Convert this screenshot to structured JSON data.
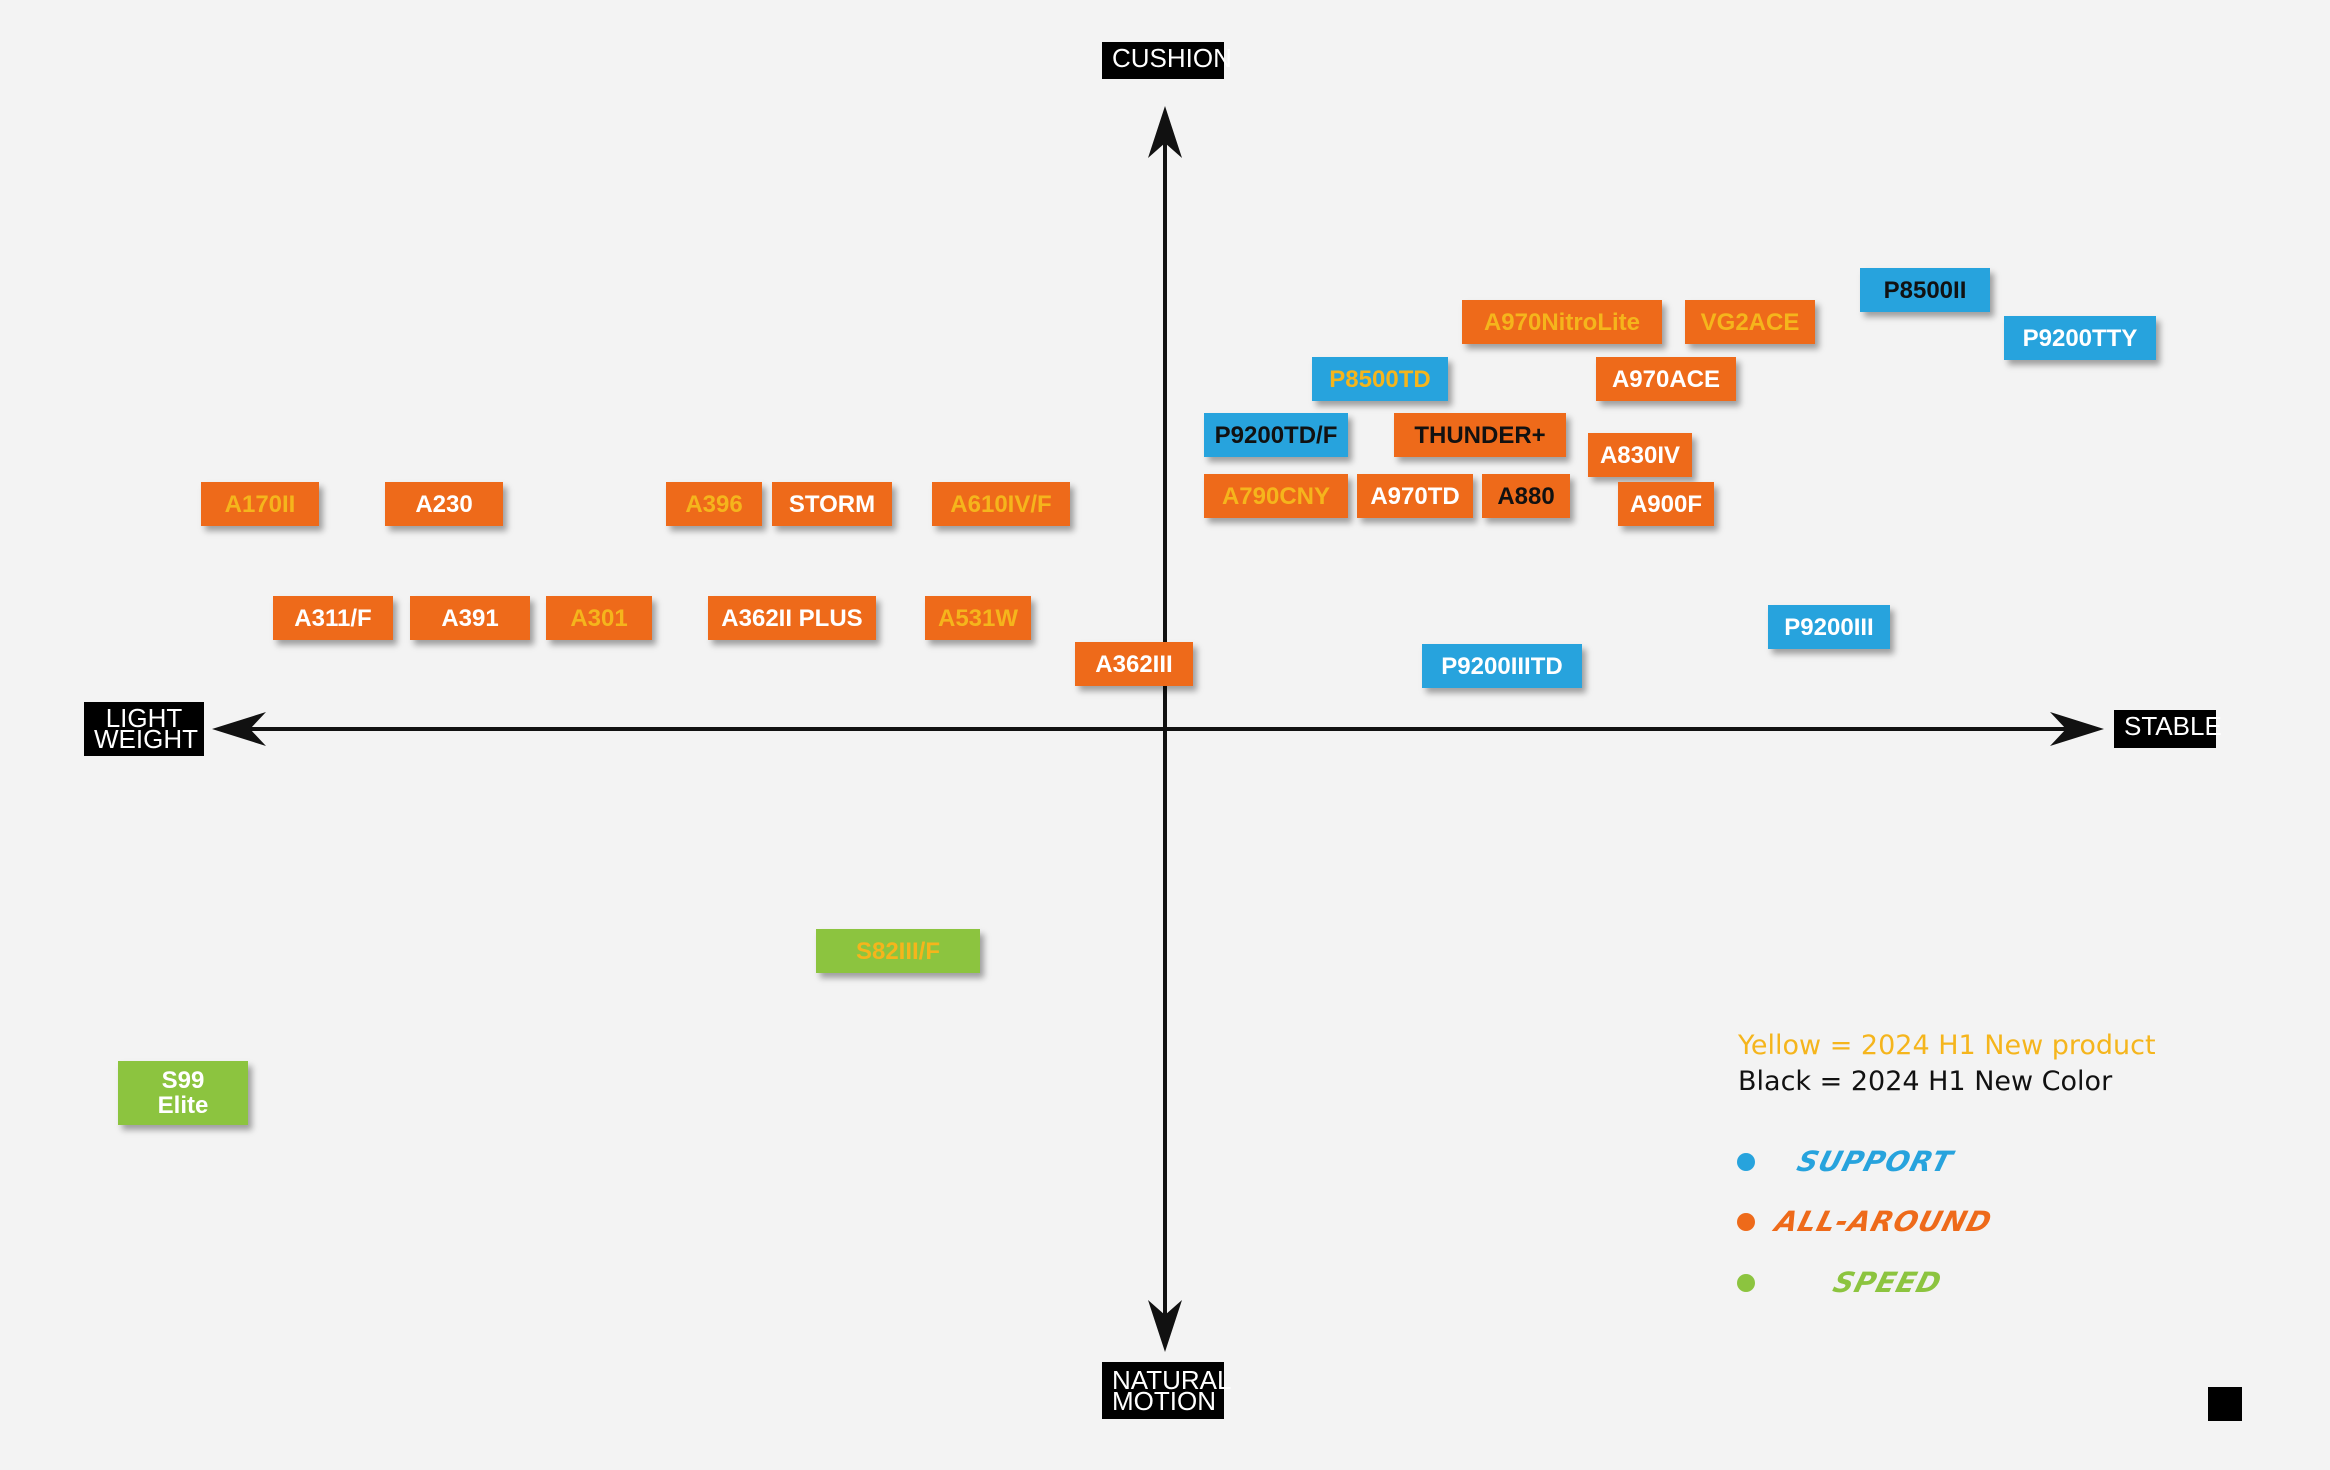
{
  "axes": {
    "top": "CUSHION",
    "bottom": "NATURAL\nMOTION",
    "left": "LIGHT\nWEIGHT",
    "right": "STABLE"
  },
  "colors": {
    "support": "#27a3dd",
    "all_around": "#ee6a1a",
    "speed": "#8cc43f",
    "new_product_text": "#f5b51c",
    "new_color_text": "#111111",
    "default_text": "#ffffff"
  },
  "products": [
    {
      "label": "A170II",
      "category": "all_around",
      "text": "new_product"
    },
    {
      "label": "A230",
      "category": "all_around",
      "text": "default"
    },
    {
      "label": "A396",
      "category": "all_around",
      "text": "new_product"
    },
    {
      "label": "STORM",
      "category": "all_around",
      "text": "default"
    },
    {
      "label": "A610IV/F",
      "category": "all_around",
      "text": "new_product"
    },
    {
      "label": "A311/F",
      "category": "all_around",
      "text": "default"
    },
    {
      "label": "A391",
      "category": "all_around",
      "text": "default"
    },
    {
      "label": "A301",
      "category": "all_around",
      "text": "new_product"
    },
    {
      "label": "A362II PLUS",
      "category": "all_around",
      "text": "default"
    },
    {
      "label": "A531W",
      "category": "all_around",
      "text": "new_product"
    },
    {
      "label": "A362III",
      "category": "all_around",
      "text": "default"
    },
    {
      "label": "A970NitroLite",
      "category": "all_around",
      "text": "new_product"
    },
    {
      "label": "VG2ACE",
      "category": "all_around",
      "text": "new_product"
    },
    {
      "label": "P8500II",
      "category": "support",
      "text": "new_color"
    },
    {
      "label": "P9200TTY",
      "category": "support",
      "text": "default"
    },
    {
      "label": "P8500TD",
      "category": "support",
      "text": "new_product"
    },
    {
      "label": "A970ACE",
      "category": "all_around",
      "text": "default"
    },
    {
      "label": "P9200TD/F",
      "category": "support",
      "text": "new_color"
    },
    {
      "label": "THUNDER+",
      "category": "all_around",
      "text": "new_color"
    },
    {
      "label": "A830IV",
      "category": "all_around",
      "text": "default"
    },
    {
      "label": "A790CNY",
      "category": "all_around",
      "text": "new_product"
    },
    {
      "label": "A970TD",
      "category": "all_around",
      "text": "default"
    },
    {
      "label": "A880",
      "category": "all_around",
      "text": "new_color"
    },
    {
      "label": "A900F",
      "category": "all_around",
      "text": "default"
    },
    {
      "label": "P9200III",
      "category": "support",
      "text": "default"
    },
    {
      "label": "P9200IIITD",
      "category": "support",
      "text": "default"
    },
    {
      "label": "S82III/F",
      "category": "speed",
      "text": "new_product"
    },
    {
      "label": "S99\nElite",
      "category": "speed",
      "text": "default"
    }
  ],
  "legend": {
    "note_yellow": "Yellow = 2024 H1 New product",
    "note_black": "Black = 2024 H1 New Color",
    "support": "SUPPORT",
    "all_around": "ALL-AROUND",
    "speed": "SPEED"
  }
}
